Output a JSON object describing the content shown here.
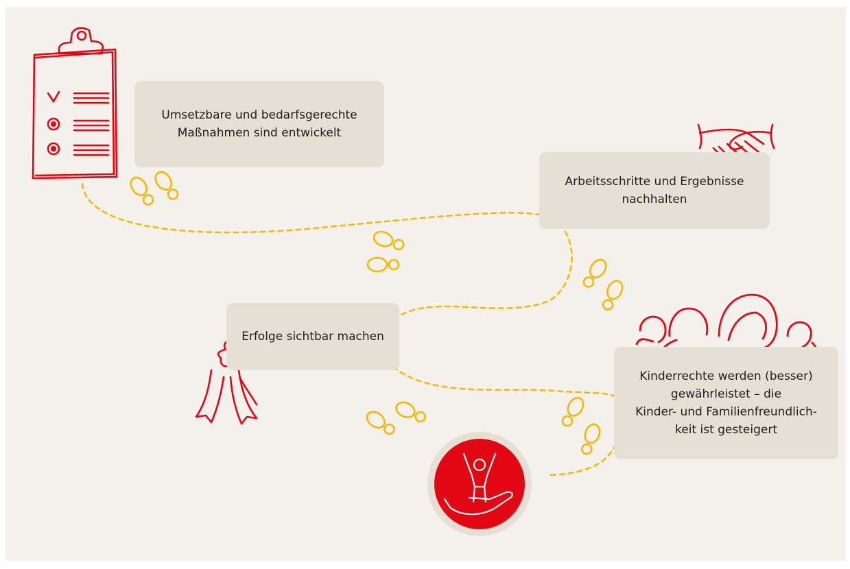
{
  "steps": [
    {
      "id": "massnahmen",
      "line1": "Umsetzbare und bedarfsgerechte",
      "line2": "Maßnahmen sind entwickelt"
    },
    {
      "id": "nachhalten",
      "line1": "Arbeitsschritte und Ergebnisse",
      "line2": "nachhalten"
    },
    {
      "id": "erfolge",
      "line1": "Erfolge sichtbar machen"
    },
    {
      "id": "kinderrechte",
      "line1": "Kinderrechte werden (besser)",
      "line2": "gewährleistet – die",
      "line3": "Kinder- und Familienfreundlich-",
      "line4": "keit ist gesteigert"
    }
  ],
  "colors": {
    "background": "#f4f1ec",
    "box": "#e6dfd3",
    "accent_red": "#e30613",
    "path_yellow": "#f5b800",
    "text": "#1e1e1e"
  },
  "icons": [
    "clipboard-icon",
    "handshake-icon",
    "rosette-icon",
    "family-icon",
    "child-hand-icon",
    "footprints-icon"
  ]
}
